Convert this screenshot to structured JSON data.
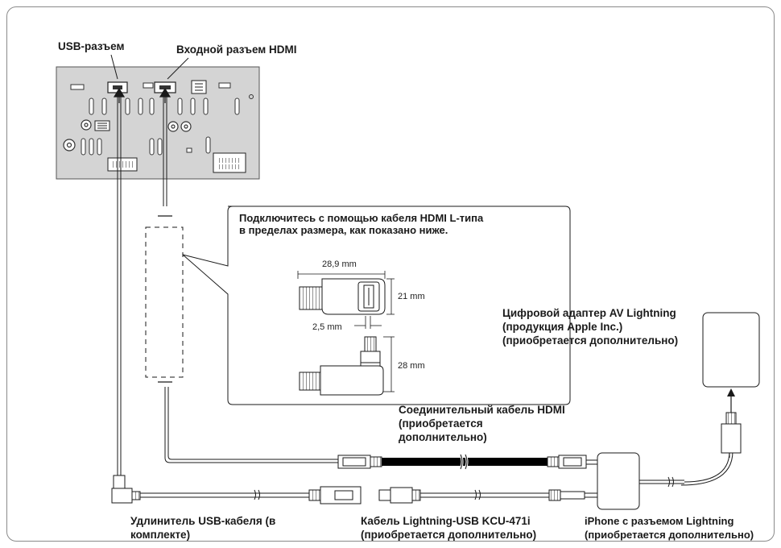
{
  "labels": {
    "usb_port": "USB-разъем",
    "hdmi_input": "Входной разъем HDMI",
    "callout_note": "Подключитесь с помощью кабеля HDMI L-типа в пределах размера, как показано ниже.",
    "av_adapter": "Цифровой адаптер AV Lightning (продукция Apple Inc.) (приобретается дополнительно)",
    "hdmi_cable": "Соединительный кабель HDMI (приобретается дополнительно)",
    "usb_extension": "Удлинитель USB-кабеля (в комплекте)",
    "lightning_usb_cable": "Кабель Lightning-USB KCU-471i (приобретается дополнительно)",
    "iphone": "iPhone с разъемом Lightning (приобретается дополнительно)"
  },
  "dimensions": {
    "width": "28,9 mm",
    "height_top": "21 mm",
    "offset": "2,5 mm",
    "height_bottom": "28 mm"
  },
  "colors": {
    "panel": "#d4d4d4",
    "line": "#1a1a1a",
    "accent_cable": "#000000"
  }
}
